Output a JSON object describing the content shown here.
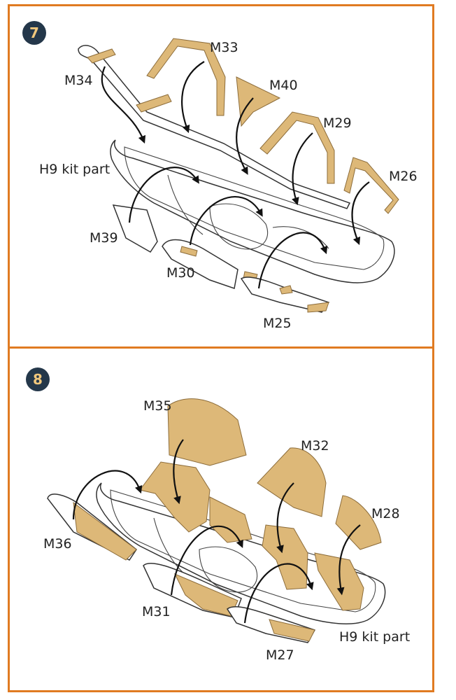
{
  "steps": [
    {
      "number": "7",
      "labels": {
        "m34": "M34",
        "m33": "M33",
        "m40": "M40",
        "m29": "M29",
        "m26": "M26",
        "h9": "H9 kit part",
        "m39": "M39",
        "m30": "M30",
        "m25": "M25"
      }
    },
    {
      "number": "8",
      "labels": {
        "m35": "M35",
        "m32": "M32",
        "m28": "M28",
        "m36": "M36",
        "m31": "M31",
        "m27": "M27",
        "h9": "H9 kit part"
      }
    }
  ],
  "colors": {
    "border": "#e07b22",
    "badge": "#24374a",
    "badge_text": "#f1c77c",
    "part_fill": "#ddb878"
  }
}
